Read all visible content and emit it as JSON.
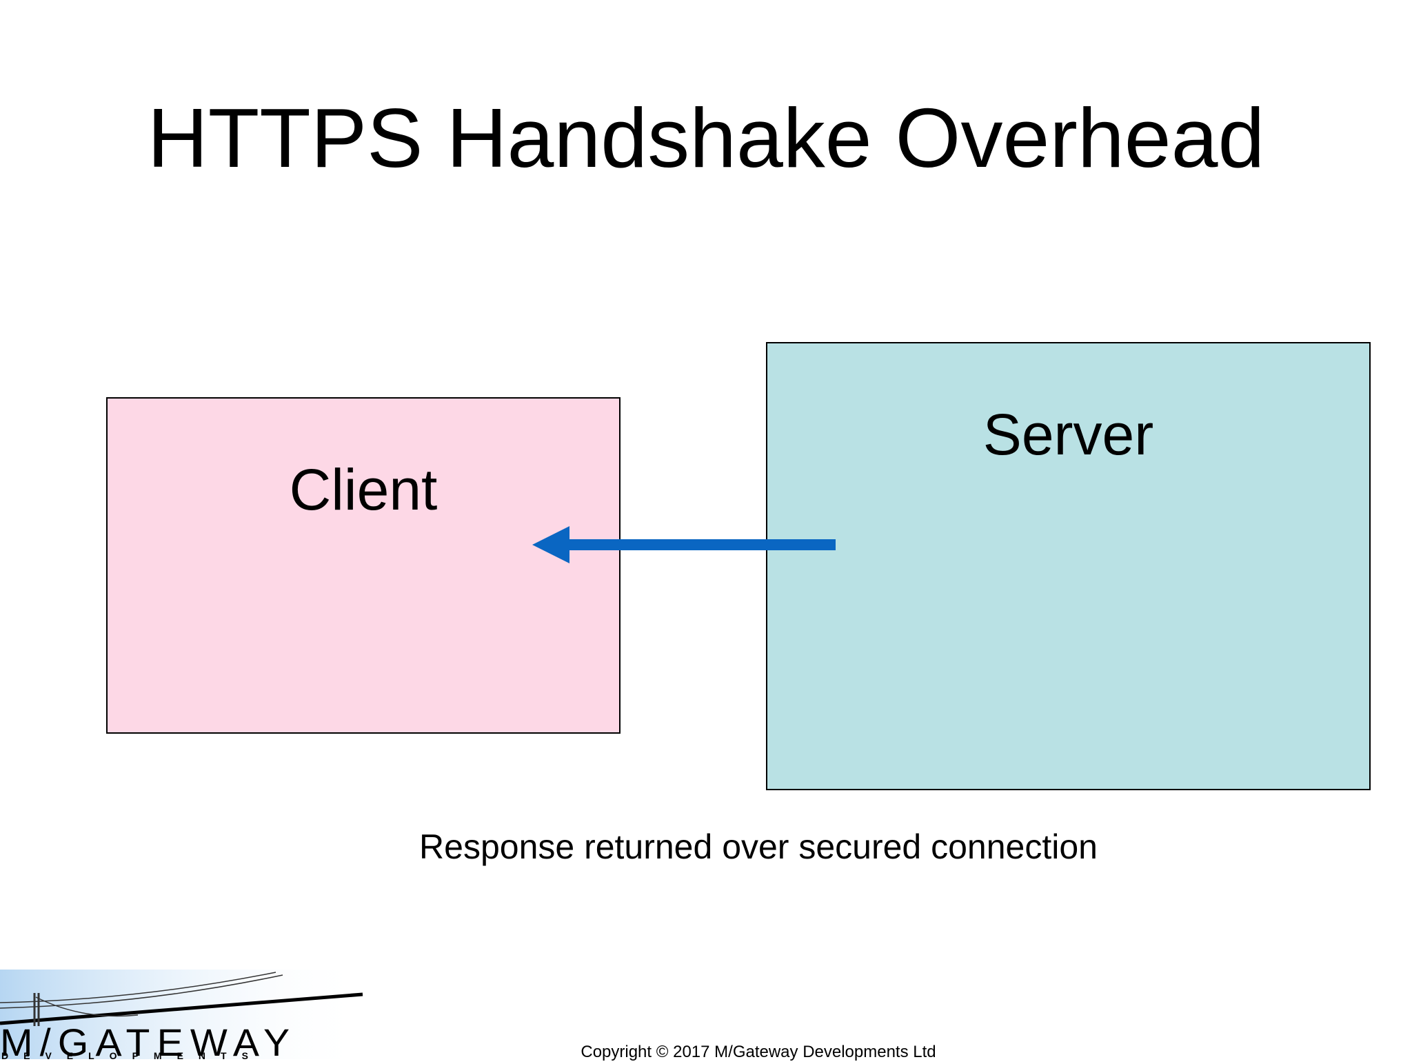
{
  "title": "HTTPS Handshake Overhead",
  "client": {
    "label": "Client",
    "fill": "#fdd8e6"
  },
  "server": {
    "label": "Server",
    "fill": "#b9e1e4"
  },
  "arrow": {
    "direction": "server-to-client",
    "color": "#0a66c2"
  },
  "caption": "Response returned over secured connection",
  "logo": {
    "name": "M/GATEWAY",
    "sub": "DEVELOPMENTS"
  },
  "footer": {
    "copyright": "Copyright © 2017 M/Gateway Developments Ltd"
  }
}
